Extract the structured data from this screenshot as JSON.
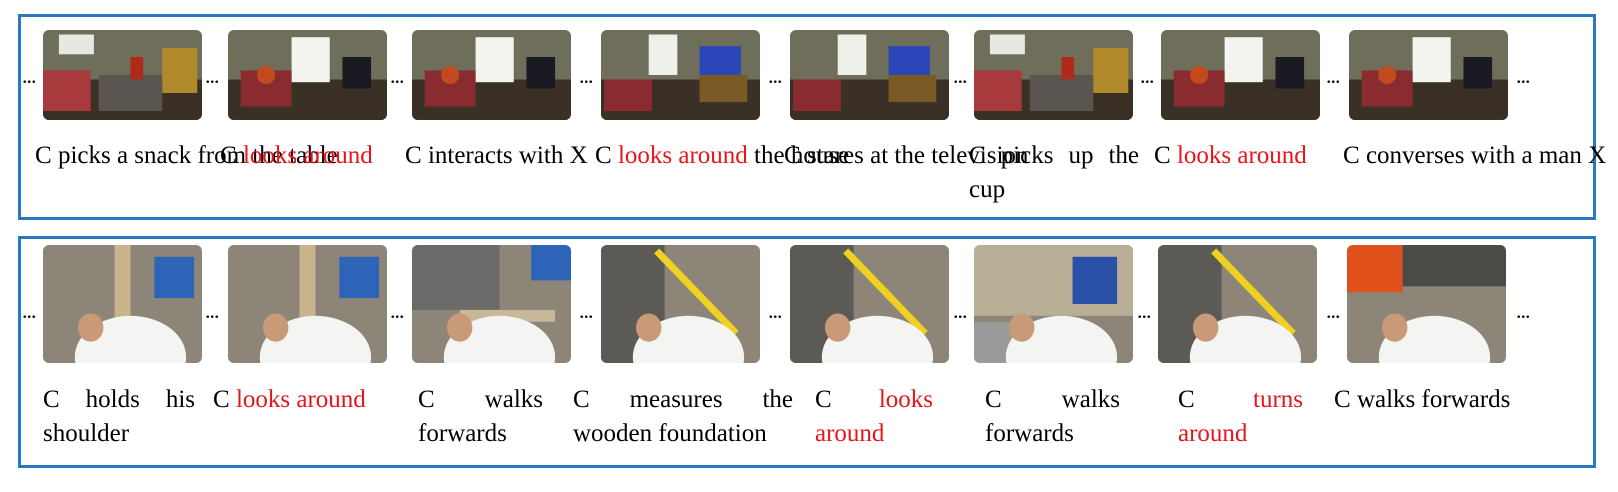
{
  "figure": {
    "ellipsis": "...",
    "top_row": {
      "border_color": "#2b78c2",
      "frames": [
        {
          "scene": "living-room-table"
        },
        {
          "scene": "living-room-window"
        },
        {
          "scene": "living-room-window"
        },
        {
          "scene": "living-room-tv"
        },
        {
          "scene": "living-room-tv"
        },
        {
          "scene": "living-room-table"
        },
        {
          "scene": "living-room-window"
        },
        {
          "scene": "living-room-window"
        }
      ],
      "captions": [
        {
          "subject": "C",
          "action": "picks a snack",
          "rest": "from the table",
          "highlight": false
        },
        {
          "subject": "C",
          "action": "looks around",
          "rest": "",
          "highlight": true
        },
        {
          "subject": "C",
          "action": "interacts with",
          "rest": "X",
          "highlight": false
        },
        {
          "subject": "C",
          "action": "looks around",
          "rest": "the house",
          "highlight": true
        },
        {
          "subject": "C",
          "action": "stares at the",
          "rest": "television",
          "highlight": false
        },
        {
          "subject": "C",
          "action": "picks up the",
          "rest": "cup",
          "highlight": false
        },
        {
          "subject": "C",
          "action": "looks around",
          "rest": "",
          "highlight": true
        },
        {
          "subject": "C",
          "action": "converses with",
          "rest": "a man X",
          "highlight": false
        }
      ]
    },
    "bottom_row": {
      "border_color": "#2b78c2",
      "frames": [
        {
          "scene": "construction-lumber"
        },
        {
          "scene": "construction-lumber"
        },
        {
          "scene": "construction-walking"
        },
        {
          "scene": "construction-measure"
        },
        {
          "scene": "construction-measure"
        },
        {
          "scene": "construction-bricks"
        },
        {
          "scene": "construction-measure"
        },
        {
          "scene": "construction-helmet"
        }
      ],
      "captions": [
        {
          "subject": "C",
          "action": "holds his",
          "rest": "shoulder",
          "highlight": false
        },
        {
          "subject": "C",
          "action": "looks around",
          "rest": "",
          "highlight": true
        },
        {
          "subject": "C",
          "action": "walks",
          "rest": "forwards",
          "highlight": false
        },
        {
          "subject": "C",
          "action": "measures the",
          "rest": "wooden foundation",
          "highlight": false
        },
        {
          "subject": "C",
          "action": "looks",
          "rest": "around",
          "highlight": true
        },
        {
          "subject": "C",
          "action": "walks",
          "rest": "forwards",
          "highlight": false
        },
        {
          "subject": "C",
          "action": "turns",
          "rest": "around",
          "highlight": true
        },
        {
          "subject": "C",
          "action": "walks forwards",
          "rest": "",
          "highlight": false
        }
      ]
    },
    "highlight_color": "#e8141b"
  }
}
